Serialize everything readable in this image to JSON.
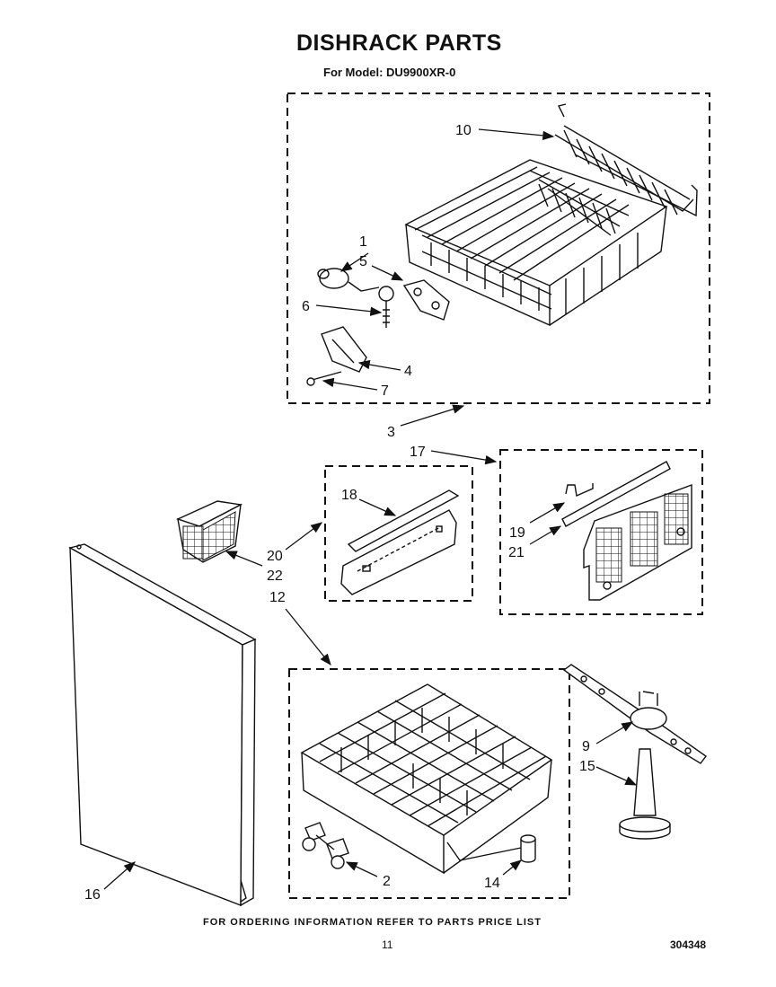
{
  "header": {
    "title": "DISHRACK PARTS",
    "subtitle": "For Model: DU9900XR-0"
  },
  "callouts": [
    "10",
    "1",
    "5",
    "6",
    "4",
    "7",
    "3",
    "17",
    "18",
    "19",
    "21",
    "20",
    "22",
    "12",
    "9",
    "15",
    "2",
    "14",
    "16"
  ],
  "footer": {
    "note": "FOR ORDERING INFORMATION REFER TO PARTS PRICE LIST",
    "page_number": "11",
    "diagram_number": "304348"
  }
}
